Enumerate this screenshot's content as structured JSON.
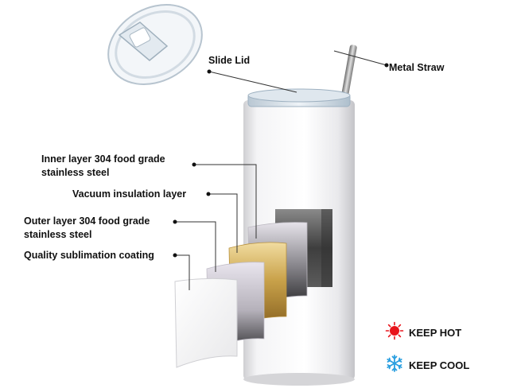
{
  "callouts": {
    "slide_lid": "Slide Lid",
    "metal_straw": "Metal Straw",
    "inner_layer_line1": "Inner layer 304 food grade",
    "inner_layer_line2": "stainless steel",
    "vacuum_layer": "Vacuum insulation layer",
    "outer_layer_line1": "Outer layer 304 food grade",
    "outer_layer_line2": "stainless steel",
    "coating": "Quality sublimation coating"
  },
  "legend": {
    "keep_hot": "KEEP HOT",
    "keep_cool": "KEEP COOL"
  },
  "colors": {
    "hot": "#e8141b",
    "cool": "#2a9fe0",
    "gold": "#c9a24a",
    "steel": "#5a5a5a"
  }
}
